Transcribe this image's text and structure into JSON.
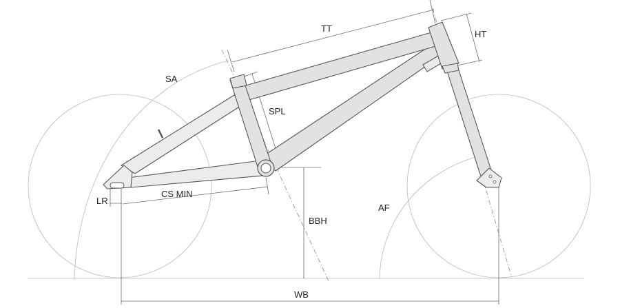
{
  "labels": {
    "tt": "TT",
    "ht": "HT",
    "sa": "SA",
    "spl": "SPL",
    "cs_min": "CS MIN",
    "lr": "LR",
    "bbh": "BBH",
    "af": "AF",
    "wb": "WB"
  },
  "colors": {
    "frame_fill": "#e2e2e2",
    "outline": "#555555",
    "wheel": "#b9b9b9",
    "text": "#222222"
  }
}
